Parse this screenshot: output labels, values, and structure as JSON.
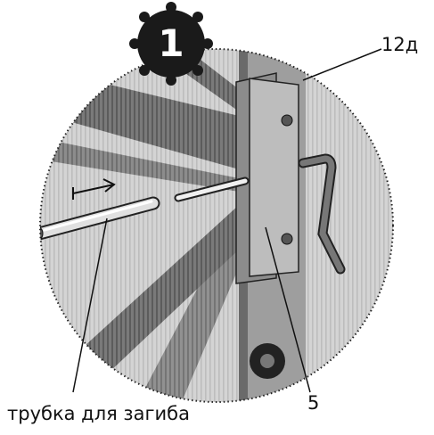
{
  "step_badge": {
    "number": "1"
  },
  "callouts": {
    "part_12d": "12д",
    "part_5": "5",
    "bend_tube": "трубка для загиба"
  },
  "colors": {
    "badge_fill": "#1a1a1a",
    "circle_background": "#c9c9c9",
    "stripe": "#6e6e6e",
    "bracket": "#b8b8b8"
  },
  "icons": {
    "direction_arrow": "arrow-right-icon"
  }
}
